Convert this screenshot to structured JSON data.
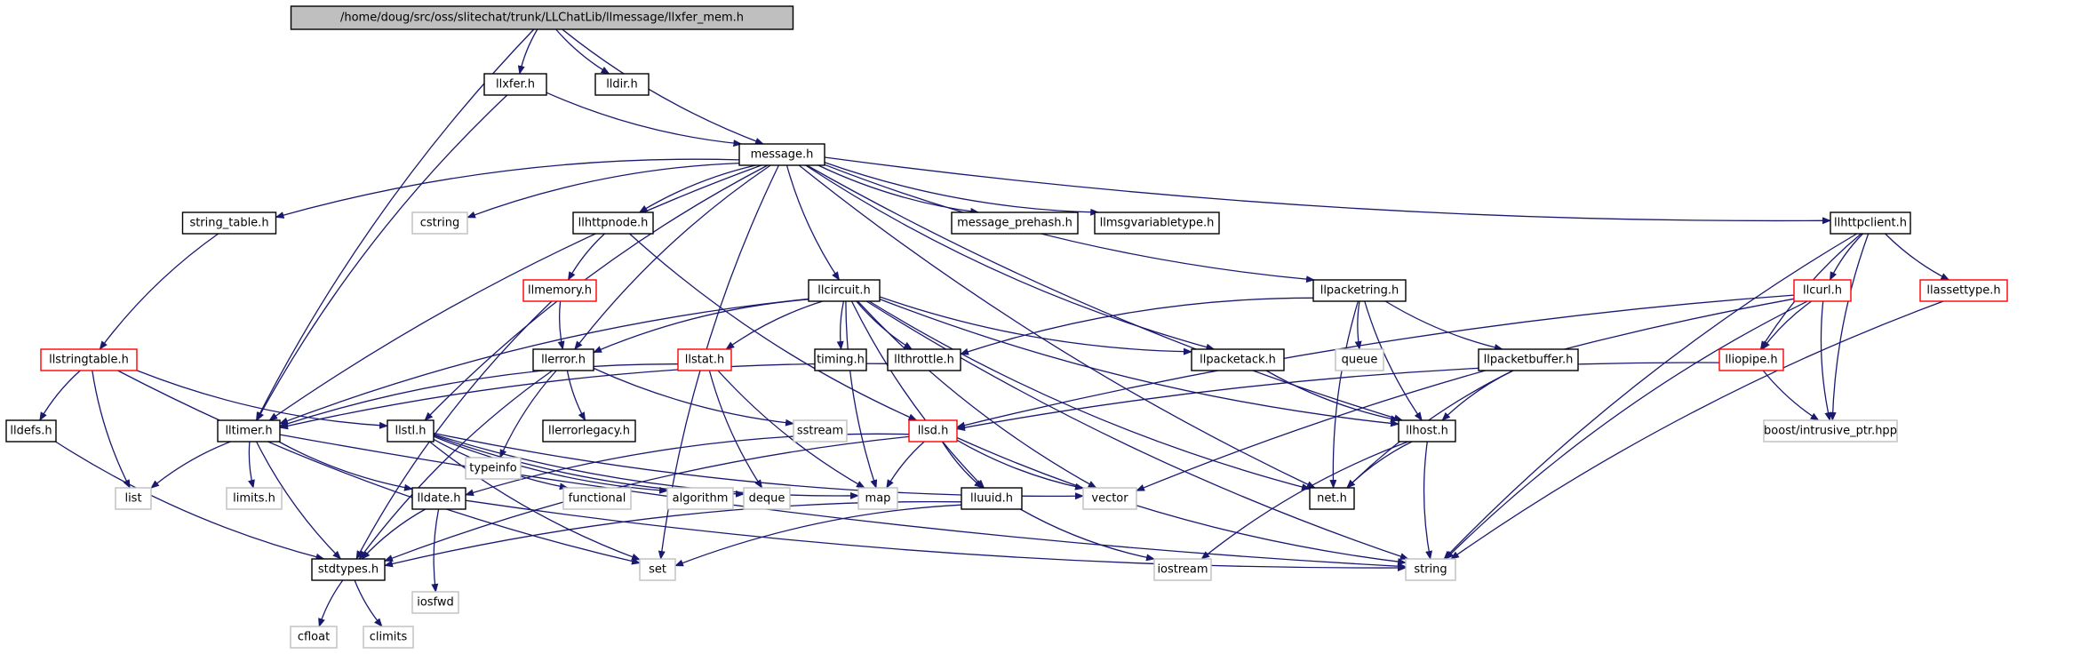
{
  "diagram": {
    "nodes": [
      {
        "id": "root",
        "label": "/home/doug/src/oss/slitechat/trunk/LLChatLib/llmessage/llxfer_mem.h",
        "style": "root"
      },
      {
        "id": "llxfer",
        "label": "llxfer.h",
        "style": "normal"
      },
      {
        "id": "lldir",
        "label": "lldir.h",
        "style": "normal"
      },
      {
        "id": "message",
        "label": "message.h",
        "style": "normal"
      },
      {
        "id": "string_table",
        "label": "string_table.h",
        "style": "normal"
      },
      {
        "id": "cstring",
        "label": "cstring",
        "style": "gray"
      },
      {
        "id": "llhttpnode",
        "label": "llhttpnode.h",
        "style": "normal"
      },
      {
        "id": "message_prehash",
        "label": "message_prehash.h",
        "style": "normal"
      },
      {
        "id": "llmsgvariabletype",
        "label": "llmsgvariabletype.h",
        "style": "normal"
      },
      {
        "id": "llhttpclient",
        "label": "llhttpclient.h",
        "style": "normal"
      },
      {
        "id": "llmemory",
        "label": "llmemory.h",
        "style": "red"
      },
      {
        "id": "llcircuit",
        "label": "llcircuit.h",
        "style": "normal"
      },
      {
        "id": "llpacketring",
        "label": "llpacketring.h",
        "style": "normal"
      },
      {
        "id": "llcurl",
        "label": "llcurl.h",
        "style": "red"
      },
      {
        "id": "llassettype",
        "label": "llassettype.h",
        "style": "red"
      },
      {
        "id": "llstringtable",
        "label": "llstringtable.h",
        "style": "red"
      },
      {
        "id": "llerror",
        "label": "llerror.h",
        "style": "normal"
      },
      {
        "id": "llstat",
        "label": "llstat.h",
        "style": "red"
      },
      {
        "id": "timing",
        "label": "timing.h",
        "style": "normal"
      },
      {
        "id": "llthrottle",
        "label": "llthrottle.h",
        "style": "normal"
      },
      {
        "id": "llpacketack",
        "label": "llpacketack.h",
        "style": "normal"
      },
      {
        "id": "queue",
        "label": "queue",
        "style": "gray"
      },
      {
        "id": "llpacketbuffer",
        "label": "llpacketbuffer.h",
        "style": "normal"
      },
      {
        "id": "lliopipe",
        "label": "lliopipe.h",
        "style": "red"
      },
      {
        "id": "lldefs",
        "label": "lldefs.h",
        "style": "normal"
      },
      {
        "id": "lltimer",
        "label": "lltimer.h",
        "style": "normal"
      },
      {
        "id": "llstl",
        "label": "llstl.h",
        "style": "normal"
      },
      {
        "id": "typeinfo",
        "label": "typeinfo",
        "style": "gray"
      },
      {
        "id": "llerrorlegacy",
        "label": "llerrorlegacy.h",
        "style": "normal"
      },
      {
        "id": "sstream",
        "label": "sstream",
        "style": "gray"
      },
      {
        "id": "llsd",
        "label": "llsd.h",
        "style": "red"
      },
      {
        "id": "llhost",
        "label": "llhost.h",
        "style": "normal"
      },
      {
        "id": "boost_ip",
        "label": "boost/intrusive_ptr.hpp",
        "style": "gray"
      },
      {
        "id": "list",
        "label": "list",
        "style": "gray"
      },
      {
        "id": "limits",
        "label": "limits.h",
        "style": "gray"
      },
      {
        "id": "lldate",
        "label": "lldate.h",
        "style": "normal"
      },
      {
        "id": "functional",
        "label": "functional",
        "style": "gray"
      },
      {
        "id": "algorithm",
        "label": "algorithm",
        "style": "gray"
      },
      {
        "id": "deque",
        "label": "deque",
        "style": "gray"
      },
      {
        "id": "map",
        "label": "map",
        "style": "gray"
      },
      {
        "id": "lluuid",
        "label": "lluuid.h",
        "style": "normal"
      },
      {
        "id": "vector",
        "label": "vector",
        "style": "gray"
      },
      {
        "id": "net",
        "label": "net.h",
        "style": "normal"
      },
      {
        "id": "stdtypes",
        "label": "stdtypes.h",
        "style": "normal"
      },
      {
        "id": "iosfwd",
        "label": "iosfwd",
        "style": "gray"
      },
      {
        "id": "set",
        "label": "set",
        "style": "gray"
      },
      {
        "id": "iostream",
        "label": "iostream",
        "style": "gray"
      },
      {
        "id": "string",
        "label": "string",
        "style": "gray"
      },
      {
        "id": "cfloat",
        "label": "cfloat",
        "style": "gray"
      },
      {
        "id": "climits",
        "label": "climits",
        "style": "gray"
      }
    ],
    "edges": [
      [
        "root",
        "llxfer"
      ],
      [
        "root",
        "lldir"
      ],
      [
        "root",
        "message"
      ],
      [
        "root",
        "lltimer"
      ],
      [
        "llxfer",
        "message"
      ],
      [
        "llxfer",
        "lltimer"
      ],
      [
        "message",
        "string_table"
      ],
      [
        "message",
        "cstring"
      ],
      [
        "message",
        "llhttpnode"
      ],
      [
        "message",
        "message_prehash"
      ],
      [
        "message",
        "llmsgvariabletype"
      ],
      [
        "message",
        "llhttpclient"
      ],
      [
        "message",
        "llcircuit"
      ],
      [
        "message",
        "llpacketring"
      ],
      [
        "message",
        "llerror"
      ],
      [
        "message",
        "llstl"
      ],
      [
        "message",
        "lltimer"
      ],
      [
        "message",
        "llpacketack"
      ],
      [
        "message",
        "llhost"
      ],
      [
        "message",
        "net"
      ],
      [
        "message",
        "set"
      ],
      [
        "string_table",
        "llstringtable"
      ],
      [
        "llhttpnode",
        "llmemory"
      ],
      [
        "llhttpnode",
        "llsd"
      ],
      [
        "llhttpclient",
        "llcurl"
      ],
      [
        "llhttpclient",
        "llassettype"
      ],
      [
        "llhttpclient",
        "lliopipe"
      ],
      [
        "llhttpclient",
        "boost_ip"
      ],
      [
        "llhttpclient",
        "string"
      ],
      [
        "llmemory",
        "llerror"
      ],
      [
        "llmemory",
        "stdtypes"
      ],
      [
        "llcircuit",
        "llerror"
      ],
      [
        "llcircuit",
        "llstat"
      ],
      [
        "llcircuit",
        "timing"
      ],
      [
        "llcircuit",
        "llthrottle"
      ],
      [
        "llcircuit",
        "llpacketack"
      ],
      [
        "llcircuit",
        "lltimer"
      ],
      [
        "llcircuit",
        "llhost"
      ],
      [
        "llcircuit",
        "map"
      ],
      [
        "llcircuit",
        "vector"
      ],
      [
        "llcircuit",
        "net"
      ],
      [
        "llcircuit",
        "lluuid"
      ],
      [
        "llcircuit",
        "string"
      ],
      [
        "llpacketring",
        "llthrottle"
      ],
      [
        "llpacketring",
        "queue"
      ],
      [
        "llpacketring",
        "llpacketbuffer"
      ],
      [
        "llpacketring",
        "llhost"
      ],
      [
        "llpacketring",
        "net"
      ],
      [
        "llcurl",
        "lliopipe"
      ],
      [
        "llcurl",
        "boost_ip"
      ],
      [
        "llcurl",
        "llsd"
      ],
      [
        "llcurl",
        "vector"
      ],
      [
        "llcurl",
        "string"
      ],
      [
        "llassettype",
        "string"
      ],
      [
        "llstringtable",
        "lldefs"
      ],
      [
        "llstringtable",
        "list"
      ],
      [
        "llstringtable",
        "llstl"
      ],
      [
        "llstringtable",
        "set"
      ],
      [
        "llerror",
        "typeinfo"
      ],
      [
        "llerror",
        "llerrorlegacy"
      ],
      [
        "llerror",
        "sstream"
      ],
      [
        "llerror",
        "stdtypes"
      ],
      [
        "llstat",
        "lltimer"
      ],
      [
        "llstat",
        "deque"
      ],
      [
        "llstat",
        "map"
      ],
      [
        "llthrottle",
        "lltimer"
      ],
      [
        "llpacketack",
        "llhost"
      ],
      [
        "llpacketbuffer",
        "llhost"
      ],
      [
        "llpacketbuffer",
        "net"
      ],
      [
        "lliopipe",
        "llsd"
      ],
      [
        "lliopipe",
        "boost_ip"
      ],
      [
        "lldefs",
        "stdtypes"
      ],
      [
        "lltimer",
        "list"
      ],
      [
        "lltimer",
        "limits"
      ],
      [
        "lltimer",
        "lldate"
      ],
      [
        "lltimer",
        "stdtypes"
      ],
      [
        "lltimer",
        "string"
      ],
      [
        "llstl",
        "functional"
      ],
      [
        "llstl",
        "algorithm"
      ],
      [
        "llstl",
        "deque"
      ],
      [
        "llstl",
        "map"
      ],
      [
        "llstl",
        "vector"
      ],
      [
        "llstl",
        "set"
      ],
      [
        "llsd",
        "lldate"
      ],
      [
        "llsd",
        "map"
      ],
      [
        "llsd",
        "lluuid"
      ],
      [
        "llsd",
        "vector"
      ],
      [
        "llsd",
        "string"
      ],
      [
        "llsd",
        "stdtypes"
      ],
      [
        "llhost",
        "net"
      ],
      [
        "llhost",
        "string"
      ],
      [
        "llhost",
        "iostream"
      ],
      [
        "lldate",
        "stdtypes"
      ],
      [
        "lldate",
        "iosfwd"
      ],
      [
        "lldate",
        "string"
      ],
      [
        "lluuid",
        "stdtypes"
      ],
      [
        "lluuid",
        "set"
      ],
      [
        "lluuid",
        "iostream"
      ],
      [
        "stdtypes",
        "cfloat"
      ],
      [
        "stdtypes",
        "climits"
      ]
    ]
  }
}
